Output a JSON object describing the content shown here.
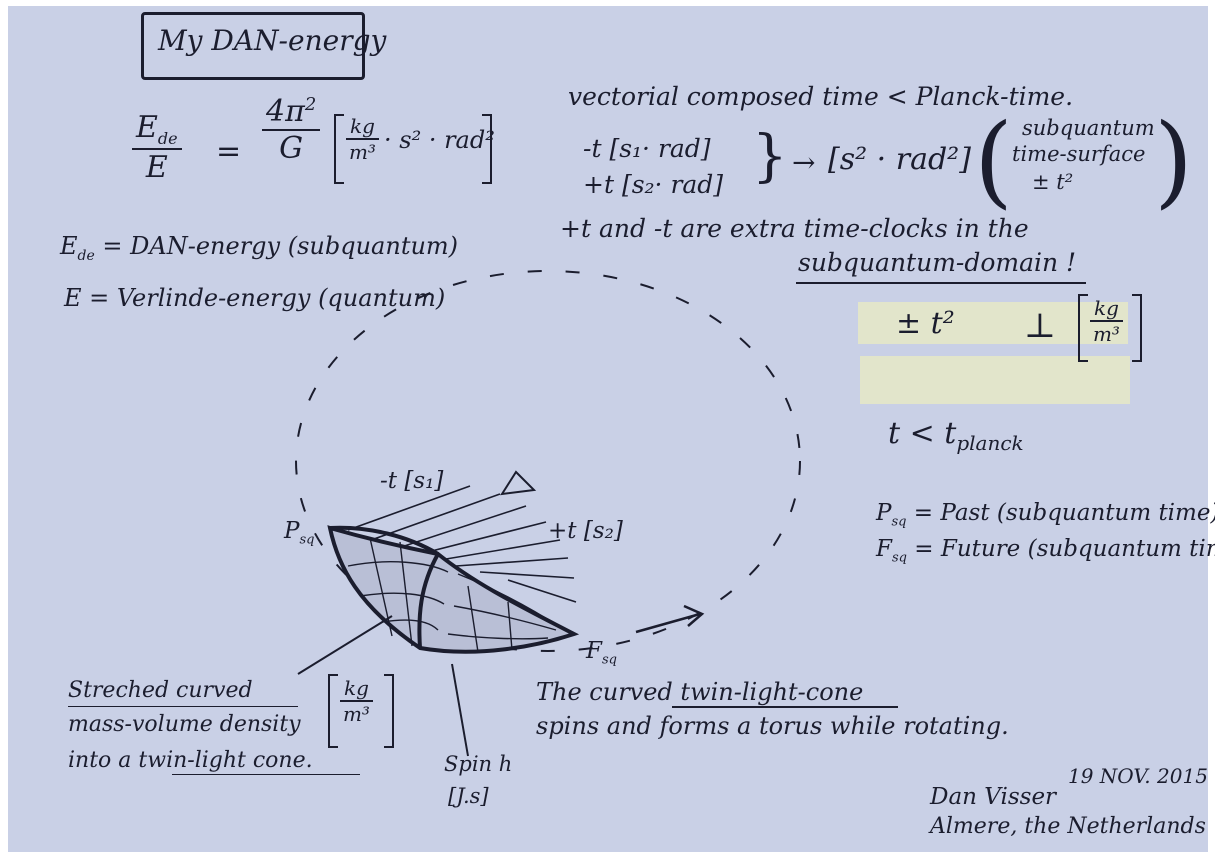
{
  "title": "My DAN-energy",
  "formula": {
    "lhs_num": "E",
    "lhs_num_sub": "de",
    "lhs_den": "E",
    "equals": "=",
    "rhs_num": "4π",
    "rhs_num_sup": "2",
    "rhs_den": "G",
    "unit_num": "kg",
    "unit_den": "m³",
    "unit_rest": "· s² · rad²"
  },
  "definitions": {
    "ede": "E",
    "ede_sub": "de",
    "ede_rest": "= DAN-energy (subquantum)",
    "e_line": "E = Verlinde-energy (quantum)"
  },
  "vector_time": {
    "heading": "vectorial composed time < Planck-time.",
    "minus_t": "-t [s₁· rad]",
    "plus_t": "+t [s₂· rad]",
    "arrow": "→",
    "result": "[s² · rad²]",
    "paren_line1": "subquantum",
    "paren_line2": "time-surface",
    "paren_line3": "± t²"
  },
  "clocks": {
    "line1": "+t and -t are extra time-clocks in the",
    "line2": "subquantum-domain !"
  },
  "perp": {
    "lhs": "± t²",
    "symbol": "⊥",
    "unit_num": "kg",
    "unit_den": "m³"
  },
  "planck": {
    "text": "t < t",
    "sub": "planck"
  },
  "legend": {
    "psq_letter": "P",
    "psq_sub": "sq",
    "psq_text": "= Past (subquantum time)",
    "fsq_letter": "F",
    "fsq_sub": "sq",
    "fsq_text": "= Future (subquantum time)"
  },
  "diagram": {
    "minus_t_label": "-t [s₁]",
    "plus_t_label": "+t [s₂]",
    "psq_label": "P",
    "psq_sub": "sq",
    "fsq_label": "F",
    "fsq_sub": "sq"
  },
  "bottom_left": {
    "line1": "Streched curved",
    "line2": "mass-volume density",
    "line3": "into a twin-light cone.",
    "unit_num": "kg",
    "unit_den": "m³"
  },
  "spin": {
    "line1": "Spin h",
    "line2": "[J.s]"
  },
  "bottom_middle": {
    "line1": "The curved twin-light-cone",
    "line2": "spins and forms a torus while rotating."
  },
  "signature": {
    "name": "Dan Visser",
    "date": "19 NOV. 2015",
    "place": "Almere, the Netherlands"
  }
}
